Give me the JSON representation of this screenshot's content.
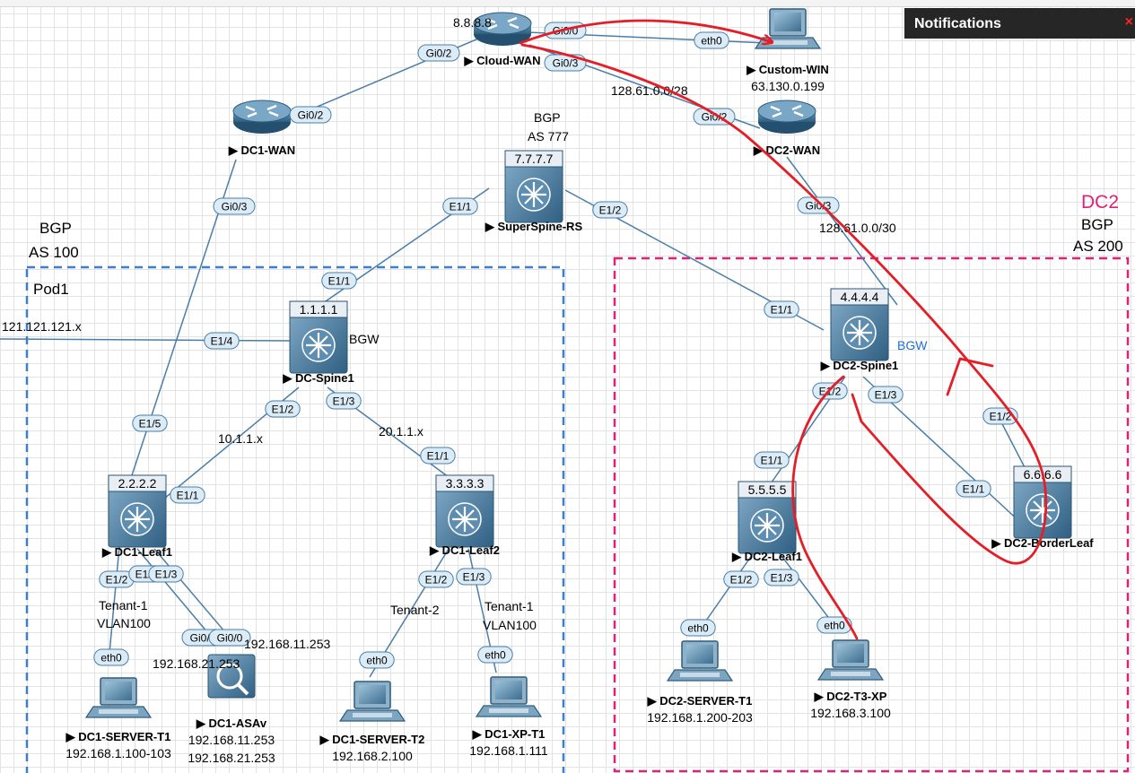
{
  "notifications": {
    "title": "Notifications",
    "close_glyph": "×"
  },
  "colors": {
    "link": "#4a7ea8",
    "port_fill": "#dcecf7",
    "pod1_border": "#3a7fd6",
    "dc2_border": "#e0217a",
    "dc2_title": "#e0217a",
    "bgw_blue": "#1e6fd9",
    "annotation": "#e41e26"
  },
  "zones": {
    "pod1": {
      "label": "Pod1"
    },
    "dc2": {
      "title": "DC2"
    }
  },
  "notes": {
    "bgp_as100_line1": "BGP",
    "bgp_as100_line2": "AS 100",
    "bgp_as777_line1": "BGP",
    "bgp_as777_line2": "AS 777",
    "bgp_as200_line1": "BGP",
    "bgp_as200_line2": "AS 200",
    "net_121": "121.121.121.x",
    "net_10": "10.1.1.x",
    "net_20": "20.1.1.x",
    "net_128_28": "128.61.0.0/28",
    "net_128_30": "128.61.0.0/30",
    "bgw_dc1": "BGW",
    "bgw_dc2": "BGW",
    "tenant1_a": "Tenant-1",
    "vlan100_a": "VLAN100",
    "tenant2": "Tenant-2",
    "tenant1_b": "Tenant-1",
    "vlan100_b": "VLAN100",
    "asa_ip_top": "192.168.11.253",
    "asa_ip_left": "192.168.21.253"
  },
  "nodes": [
    {
      "id": "cloud-wan",
      "type": "router",
      "label": "Cloud-WAN",
      "addr": "8.8.8.8"
    },
    {
      "id": "custom-win",
      "type": "pc",
      "label": "Custom-WIN",
      "sub": [
        "63.130.0.199"
      ]
    },
    {
      "id": "dc1-wan",
      "type": "router",
      "label": "DC1-WAN"
    },
    {
      "id": "dc2-wan",
      "type": "router",
      "label": "DC2-WAN"
    },
    {
      "id": "superspine-rs",
      "type": "switch",
      "label": "SuperSpine-RS",
      "addr": "7.7.7.7"
    },
    {
      "id": "dc-spine1",
      "type": "switch",
      "label": "DC-Spine1",
      "addr": "1.1.1.1"
    },
    {
      "id": "dc2-spine1",
      "type": "switch",
      "label": "DC2-Spine1",
      "addr": "4.4.4.4"
    },
    {
      "id": "dc1-leaf1",
      "type": "switch",
      "label": "DC1-Leaf1",
      "addr": "2.2.2.2"
    },
    {
      "id": "dc1-leaf2",
      "type": "switch",
      "label": "DC1-Leaf2",
      "addr": "3.3.3.3"
    },
    {
      "id": "dc2-leaf1",
      "type": "switch",
      "label": "DC2-Leaf1",
      "addr": "5.5.5.5"
    },
    {
      "id": "dc2-borderleaf",
      "type": "switch",
      "label": "DC2-BorderLeaf",
      "addr": "6.6.6.6"
    },
    {
      "id": "dc1-server-t1",
      "type": "pc",
      "label": "DC1-SERVER-T1",
      "sub": [
        "192.168.1.100-103"
      ]
    },
    {
      "id": "dc1-asav",
      "type": "firewall",
      "label": "DC1-ASAv",
      "sub": [
        "192.168.11.253",
        "192.168.21.253"
      ]
    },
    {
      "id": "dc1-server-t2",
      "type": "pc",
      "label": "DC1-SERVER-T2",
      "sub": [
        "192.168.2.100"
      ]
    },
    {
      "id": "dc1-xp-t1",
      "type": "pc",
      "label": "DC1-XP-T1",
      "sub": [
        "192.168.1.111"
      ]
    },
    {
      "id": "dc2-server-t1",
      "type": "pc",
      "label": "DC2-SERVER-T1",
      "sub": [
        "192.168.1.200-203"
      ]
    },
    {
      "id": "dc2-t3-xp",
      "type": "pc",
      "label": "DC2-T3-XP",
      "sub": [
        "192.168.3.100"
      ]
    }
  ],
  "links": [
    {
      "id": "cloud-dc1wan",
      "ports": [
        "Gi0/2",
        "Gi0/2"
      ]
    },
    {
      "id": "cloud-custom",
      "ports": [
        "Gi0/0",
        "eth0"
      ]
    },
    {
      "id": "cloud-dc2wan",
      "ports": [
        "Gi0/3",
        "Gi0/2"
      ]
    },
    {
      "id": "dc1wan-leaf1",
      "ports": [
        "Gi0/3",
        "E1/5"
      ]
    },
    {
      "id": "dc2wan-border",
      "ports": [
        "Gi0/3"
      ]
    },
    {
      "id": "ss-spine1",
      "ports": [
        "E1/1",
        "E1/1"
      ]
    },
    {
      "id": "ss-dc2spine",
      "ports": [
        "E1/2",
        "E1/1"
      ]
    },
    {
      "id": "spine1-ext",
      "ports": [
        "E1/4"
      ]
    },
    {
      "id": "spine1-leaf1",
      "ports": [
        "E1/2",
        "E1/1"
      ]
    },
    {
      "id": "spine1-leaf2",
      "ports": [
        "E1/3",
        "E1/1"
      ]
    },
    {
      "id": "leaf1-srv",
      "ports": [
        "E1/2",
        "eth0"
      ]
    },
    {
      "id": "leaf1-asa-a",
      "ports": [
        "E1/4",
        "Gi0/1"
      ]
    },
    {
      "id": "leaf1-asa-b",
      "ports": [
        "E1/3",
        "Gi0/0"
      ]
    },
    {
      "id": "leaf2-srv2",
      "ports": [
        "E1/2",
        "eth0"
      ]
    },
    {
      "id": "leaf2-xp",
      "ports": [
        "E1/3",
        "eth0"
      ]
    },
    {
      "id": "dc2spine-leaf",
      "ports": [
        "E1/2",
        "E1/1"
      ]
    },
    {
      "id": "dc2spine-border",
      "ports": [
        "E1/3",
        "E1/1"
      ]
    },
    {
      "id": "border-up",
      "ports": [
        "E1/2"
      ]
    },
    {
      "id": "dc2leaf-srv",
      "ports": [
        "E1/2",
        "eth0"
      ]
    },
    {
      "id": "dc2leaf-xp",
      "ports": [
        "E1/3",
        "eth0"
      ]
    }
  ]
}
